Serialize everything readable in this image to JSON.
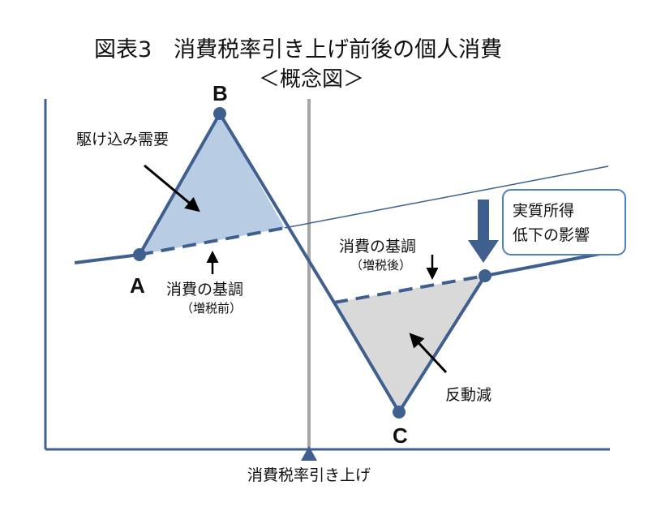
{
  "title": "図表3　消費税率引き上げ前後の個人消費",
  "subtitle": "＜概念図＞",
  "points": {
    "a": "A",
    "b": "B",
    "c": "C"
  },
  "labels": {
    "rush_demand": "駆け込み需要",
    "base_before": "消費の基調",
    "base_before_note": "（増税前）",
    "base_after": "消費の基調",
    "base_after_note": "（増税後）",
    "rebound": "反動減",
    "x_axis_event": "消費税率引き上げ"
  },
  "callout": {
    "line1": "実質所得",
    "line2": "低下の影響"
  },
  "colors": {
    "line": "#3f5f8f",
    "axis": "#3f5f8f",
    "divider": "#a6a6a6",
    "blue_fill": "#b8cce4",
    "gray_fill": "#d9d9d9",
    "callout_border": "#4f81bd",
    "arrow": "#000000"
  }
}
